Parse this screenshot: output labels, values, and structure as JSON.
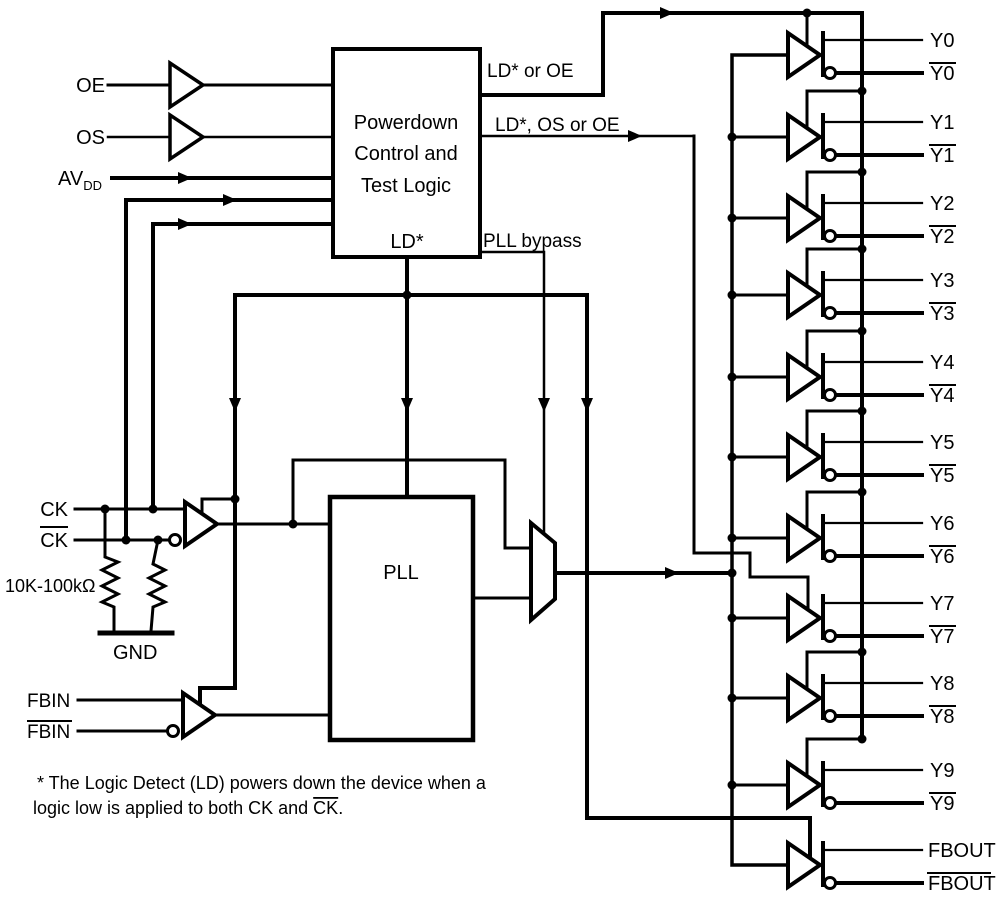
{
  "diagram": {
    "inputs": {
      "oe": "OE",
      "os": "OS",
      "avdd_main": "AV",
      "avdd_sub": "DD",
      "ck": "CK",
      "ck_bar": "CK",
      "fbin": "FBIN",
      "fbin_bar": "FBIN",
      "resistor_label": "10K-100kΩ",
      "gnd": "GND"
    },
    "blocks": {
      "powerdown_line1": "Powerdown",
      "powerdown_line2": "Control and",
      "powerdown_line3": "Test Logic",
      "ld_label": "LD*",
      "pll": "PLL"
    },
    "signals": {
      "ld_or_oe": "LD* or OE",
      "ld_os_or_oe": "LD*, OS or OE",
      "pll_bypass": "PLL bypass"
    },
    "outputs": [
      {
        "label": "Y0",
        "bar_label": "Y0"
      },
      {
        "label": "Y1",
        "bar_label": "Y1"
      },
      {
        "label": "Y2",
        "bar_label": "Y2"
      },
      {
        "label": "Y3",
        "bar_label": "Y3"
      },
      {
        "label": "Y4",
        "bar_label": "Y4"
      },
      {
        "label": "Y5",
        "bar_label": "Y5"
      },
      {
        "label": "Y6",
        "bar_label": "Y6"
      },
      {
        "label": "Y7",
        "bar_label": "Y7"
      },
      {
        "label": "Y8",
        "bar_label": "Y8"
      },
      {
        "label": "Y9",
        "bar_label": "Y9"
      },
      {
        "label": "FBOUT",
        "bar_label": "FBOUT"
      }
    ],
    "footnote": {
      "line1": "* The Logic Detect (LD) powers down the device when a",
      "line2_pre": "logic low is applied to both CK and ",
      "line2_ck": "CK",
      "line2_post": "."
    }
  }
}
